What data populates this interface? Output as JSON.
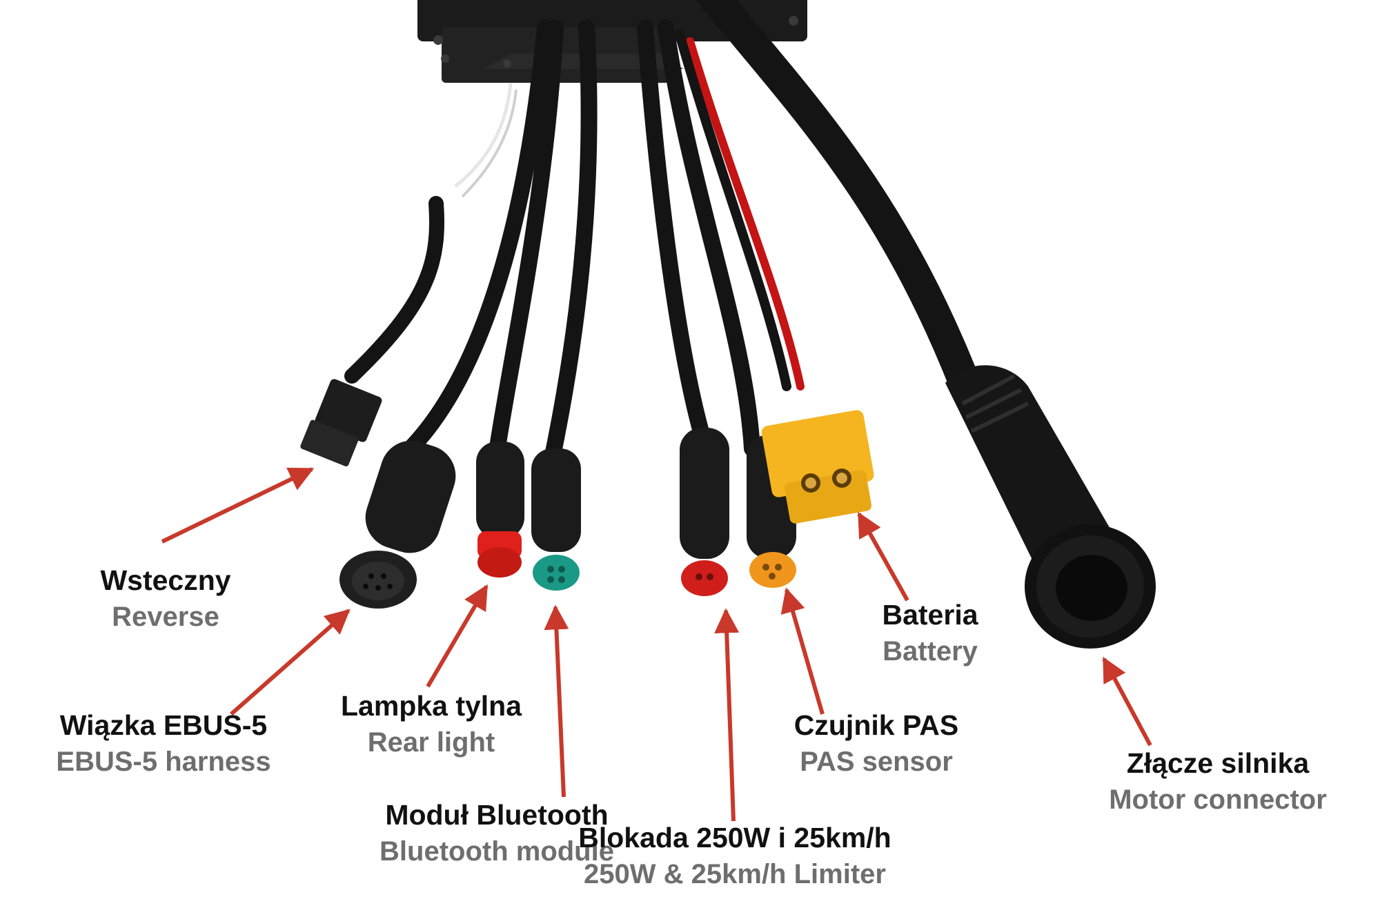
{
  "colors": {
    "arrow": "#c8392b",
    "cable": "#141414",
    "red_connector": "#e0201a",
    "green_connector": "#1a9a86",
    "orange_connector": "#f0961c",
    "xt60_yellow": "#f5b521"
  },
  "labels": [
    {
      "id": "reverse",
      "pl": "Wsteczny",
      "en": "Reverse"
    },
    {
      "id": "ebus5",
      "pl": "Wiązka EBUS-5",
      "en": "EBUS-5 harness"
    },
    {
      "id": "rear-light",
      "pl": "Lampka tylna",
      "en": "Rear light"
    },
    {
      "id": "bluetooth",
      "pl": "Moduł Bluetooth",
      "en": "Bluetooth module"
    },
    {
      "id": "limiter",
      "pl": "Blokada 250W i 25km/h",
      "en": "250W & 25km/h Limiter"
    },
    {
      "id": "pas",
      "pl": "Czujnik PAS",
      "en": "PAS sensor"
    },
    {
      "id": "battery",
      "pl": "Bateria",
      "en": "Battery"
    },
    {
      "id": "motor",
      "pl": "Złącze silnika",
      "en": "Motor connector"
    }
  ]
}
